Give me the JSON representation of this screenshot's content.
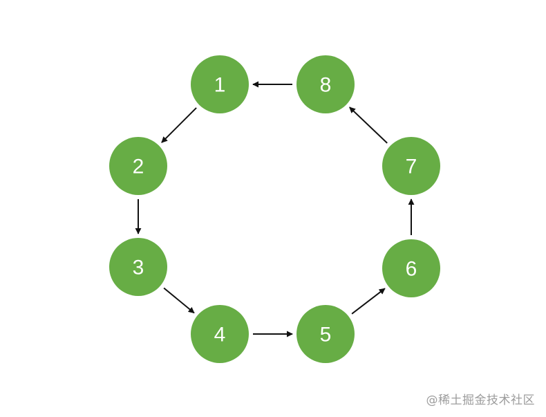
{
  "diagram": {
    "node_color": "#67ad45",
    "node_label_color": "#ffffff",
    "arrow_color": "#111111",
    "nodes": [
      {
        "id": "1",
        "label": "1"
      },
      {
        "id": "2",
        "label": "2"
      },
      {
        "id": "3",
        "label": "3"
      },
      {
        "id": "4",
        "label": "4"
      },
      {
        "id": "5",
        "label": "5"
      },
      {
        "id": "6",
        "label": "6"
      },
      {
        "id": "7",
        "label": "7"
      },
      {
        "id": "8",
        "label": "8"
      }
    ],
    "edges": [
      {
        "from": "1",
        "to": "2"
      },
      {
        "from": "2",
        "to": "3"
      },
      {
        "from": "3",
        "to": "4"
      },
      {
        "from": "4",
        "to": "5"
      },
      {
        "from": "5",
        "to": "6"
      },
      {
        "from": "6",
        "to": "7"
      },
      {
        "from": "7",
        "to": "8"
      },
      {
        "from": "8",
        "to": "1"
      }
    ]
  },
  "watermark": {
    "text": "@稀土掘金技术社区"
  }
}
